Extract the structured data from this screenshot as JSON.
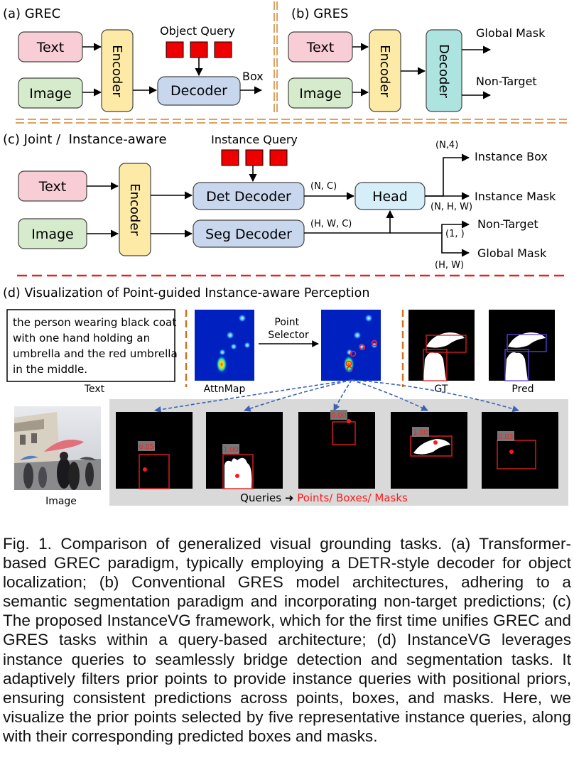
{
  "panel_a": {
    "title": "(a) GREC",
    "text": "Text",
    "image": "Image",
    "encoder": "Encoder",
    "object_query": "Object Query",
    "decoder": "Decoder",
    "box": "Box"
  },
  "panel_b": {
    "title": "(b) GRES",
    "text": "Text",
    "image": "Image",
    "encoder": "Encoder",
    "decoder": "Decoder",
    "global_mask": "Global Mask",
    "non_target": "Non-Target"
  },
  "panel_c": {
    "title": "(c) Joint /  Instance-aware",
    "instance_query": "Instance Query",
    "text": "Text",
    "image": "Image",
    "encoder": "Encoder",
    "det_decoder": "Det Decoder",
    "seg_decoder": "Seg Decoder",
    "head": "Head",
    "dim_nc": "(N, C)",
    "dim_hwc": "(H, W, C)",
    "dim_n4": "(N,4)",
    "dim_nhw": "(N, H, W)",
    "dim_1": "(1, )",
    "dim_hw": "(H, W)",
    "instance_box": "Instance Box",
    "instance_mask": "Instance Mask",
    "non_target": "Non-Target",
    "global_mask": "Global Mask"
  },
  "panel_d": {
    "title": "(d) Visualization of Point-guided Instance-aware Perception",
    "expression": "the person wearing black coat with one hand holding an umbrella and the red umbrella in the middle.",
    "text_label": "Text",
    "attnmap_label": "AttnMap",
    "point_selector": "Point Selector",
    "gt_label": "GT",
    "pred_label": "Pred",
    "image_label": "Image",
    "queries_prefix": "Queries ➜ ",
    "queries_suffix": "Points/ Boxes/ Masks",
    "scores": [
      "0.05",
      "1.00",
      "0.00",
      "1.00",
      "0.03"
    ]
  },
  "caption": "Fig. 1. Comparison of generalized visual grounding tasks. (a) Transformer-based GREC paradigm, typically employing a DETR-style decoder for object localization; (b) Conventional GRES model architectures, adhering to a semantic segmentation paradigm and incorporating non-target predictions; (c) The proposed InstanceVG framework, which for the first time unifies GREC and GRES tasks within a query-based architecture; (d) InstanceVG leverages instance queries to seamlessly bridge detection and segmentation tasks. It adaptively filters prior points to provide instance queries with positional priors, ensuring consistent predictions across points, boxes, and masks. Here, we visualize the prior points selected by five representative instance queries, along with their corresponding predicted boxes and masks.",
  "colors": {
    "text_box": "#f8cdd6",
    "image_box": "#d5ebcb",
    "encoder_box": "#fdeaa6",
    "decoder_box": "#c9d7ee",
    "gres_decoder_box": "#aee4e0",
    "head_box": "#d6eef8",
    "query_red": "#ee0000",
    "separator": "#e0a060",
    "dashed_red": "#e32222",
    "highlight": "#ff1a1a",
    "query_arrow": "#3a62b4"
  }
}
